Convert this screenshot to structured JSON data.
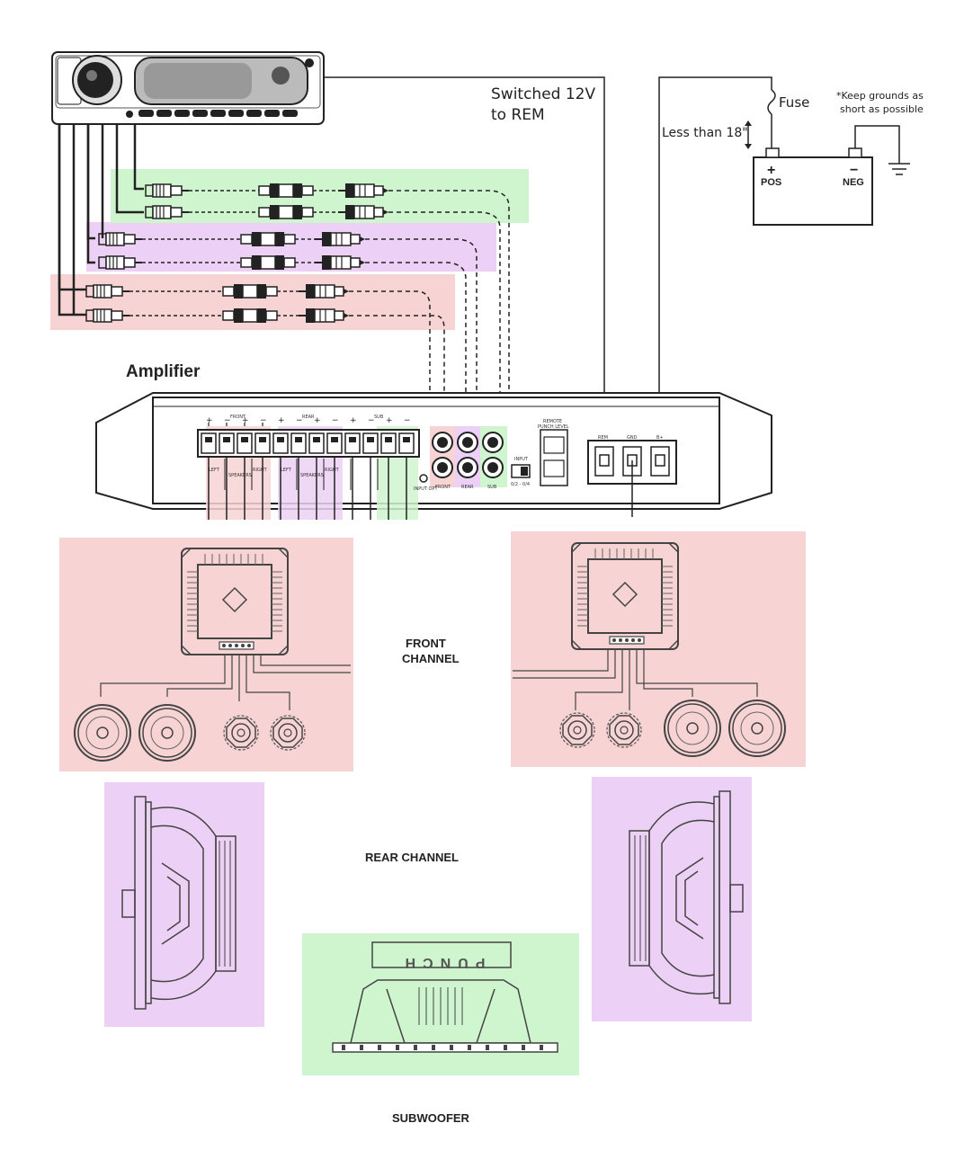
{
  "labels": {
    "switched": "Switched 12V",
    "to_rem": "to REM",
    "fuse": "Fuse",
    "ground_note_1": "*Keep grounds as",
    "ground_note_2": "short as possible",
    "less_than": "Less than 18\"",
    "pos": "POS",
    "neg": "NEG",
    "plus": "+",
    "minus": "−",
    "amplifier": "Amplifier",
    "front_channel_1": "FRONT",
    "front_channel_2": "CHANNEL",
    "rear_channel": "REAR CHANNEL",
    "subwoofer": "SUBWOOFER",
    "punch": "PUNCH"
  },
  "amp_labels": {
    "front": "FRONT",
    "rear": "REAR",
    "sub": "SUB",
    "rem": "REM",
    "gnd": "GND",
    "bplus": "B+",
    "input": "INPUT",
    "remote": "REMOTE",
    "punch_level": "PUNCH LEVEL",
    "left": "LEFT",
    "right": "RIGHT",
    "speakers": "SPEAKERS",
    "input_opt": "INPUT OPT",
    "sw_opt": "0/2 - 0/4"
  },
  "colors": {
    "front": "#f7d3d3",
    "rear": "#ecd0f5",
    "sub": "#cff5cf",
    "line": "#222222"
  }
}
